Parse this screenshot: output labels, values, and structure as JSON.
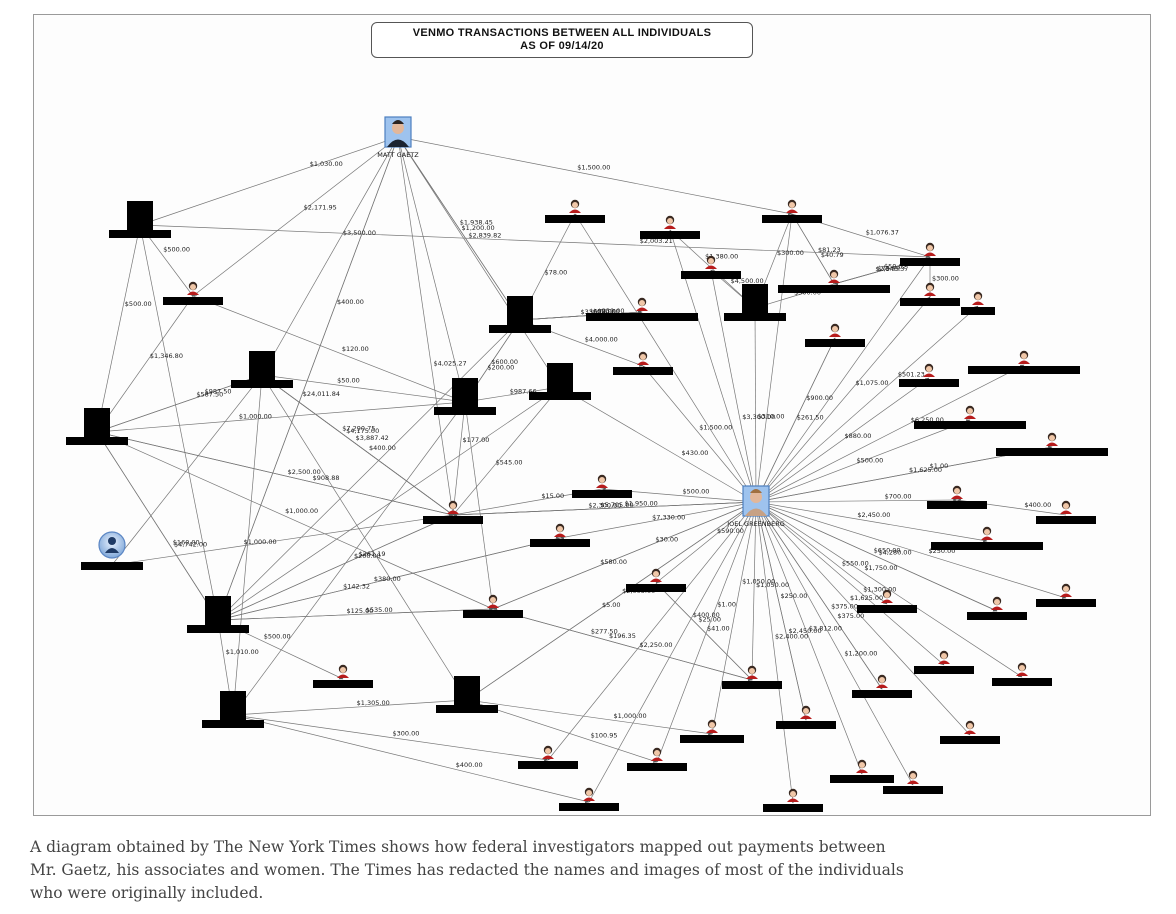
{
  "title": {
    "line1": "VENMO TRANSACTIONS BETWEEN ALL INDIVIDUALS",
    "line2": "AS OF 09/14/20"
  },
  "caption": "A diagram obtained by The New York Times shows how federal investigators mapped out payments between Mr. Gaetz, his associates and women. The Times has redacted the names and images of most of the individuals who were originally included.",
  "node_labels": {
    "gaetz": "MATT GAETZ",
    "greenberg": "JOEL GREENBERG"
  },
  "edge_amounts": [
    "$1,030.00",
    "$3,500.00",
    "$1,938.45",
    "$2,839.82",
    "$2,003.21",
    "$500.00",
    "$2,171.95",
    "$24,011.84",
    "$4,025.27",
    "$1,200.00",
    "$500.00",
    "$1,500.00",
    "$1,076.37",
    "$2,543.37",
    "$40.79",
    "$81.23",
    "$50.02",
    "$73.99",
    "$300.00",
    "$78.00",
    "$330.00",
    "$600.00",
    "$230.00",
    "$1,380.00",
    "$300.00",
    "$300.00",
    "$4,500.00",
    "$200.00",
    "$600.00",
    "$4,000.00",
    "$650.00",
    "$3,300.00",
    "$310.00",
    "$261.50",
    "$1,075.00",
    "$501.23",
    "$500.00",
    "$1,346.80",
    "$120.00",
    "$900.00",
    "$1,000.00",
    "$987.66",
    "$1,500.00",
    "$587.50",
    "$50.00",
    "$4,175.00",
    "$880.00",
    "$6,250.00",
    "$987.50",
    "$7,290.75",
    "$3,887.42",
    "$400.00",
    "$545.00",
    "$430.00",
    "$500.00",
    "$2,500.00",
    "$908.88",
    "$177.00",
    "$1,950.00",
    "$1,625.00",
    "$1.00",
    "$400.00",
    "$15.00",
    "$500.00",
    "$2,300.00",
    "$700.00",
    "$400.00",
    "$1,000.00",
    "$7,330.00",
    "$160.00",
    "$1,000.00",
    "$380.00",
    "$5,705.00",
    "$261.19",
    "$142.32",
    "$2,450.00",
    "$4,280.00",
    "$200.00",
    "$550.00",
    "$590.00",
    "$650.00",
    "$250.00",
    "$4,742.00",
    "$30.00",
    "$125.00",
    "$535.00",
    "$580.00",
    "$277.50",
    "$196.35",
    "$41.00",
    "$375.00",
    "$500.00",
    "$25.00",
    "$1,050.00",
    "$1,300.00",
    "$375.00",
    "$1,750.00",
    "$2,005.00",
    "$5.00",
    "$2,450.00",
    "$1,010.00",
    "$250.00",
    "$1,305.00",
    "$1,000.00",
    "$1,050.00",
    "$1,625.00",
    "$300.00",
    "$2,250.00",
    "$100.95",
    "$1.00",
    "$3,812.00",
    "$1,200.00",
    "$400.00",
    "$400.00",
    "$2,400.00"
  ]
}
